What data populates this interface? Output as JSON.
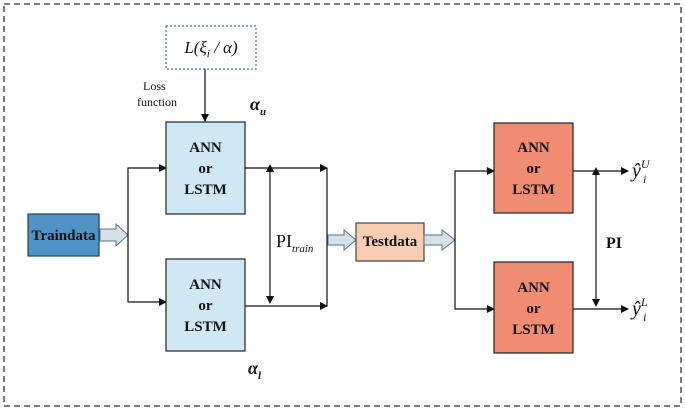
{
  "loss_formula": {
    "prefix": "L(",
    "xi": "ξ",
    "xi_sub": "i",
    "mid": " / ",
    "alpha": "α",
    "suffix": ")"
  },
  "loss_label": {
    "line1": "Loss",
    "line2": "function"
  },
  "alpha_u": {
    "symbol": "α",
    "sub": "u"
  },
  "alpha_l": {
    "symbol": "α",
    "sub": "l"
  },
  "train_boxes": [
    {
      "line1": "ANN",
      "line2": "or",
      "line3": "LSTM"
    },
    {
      "line1": "ANN",
      "line2": "or",
      "line3": "LSTM"
    }
  ],
  "test_boxes": [
    {
      "line1": "ANN",
      "line2": "or",
      "line3": "LSTM"
    },
    {
      "line1": "ANN",
      "line2": "or",
      "line3": "LSTM"
    }
  ],
  "traindata": "Traindata",
  "testdata": "Testdata",
  "pi_train": {
    "main": "PI",
    "sub": "train"
  },
  "pi": "PI",
  "y_upper": {
    "symbol": "ŷ",
    "sub": "i",
    "sup": "U"
  },
  "y_lower": {
    "symbol": "ŷ",
    "sub": "i",
    "sup": "L"
  },
  "colors": {
    "train_box": "#cfe8f3",
    "test_box": "#f08c72",
    "traindata_box": "#4f92c4",
    "testdata_box": "#f9cdb4",
    "hollow_arrow": "#d6e1ea"
  }
}
